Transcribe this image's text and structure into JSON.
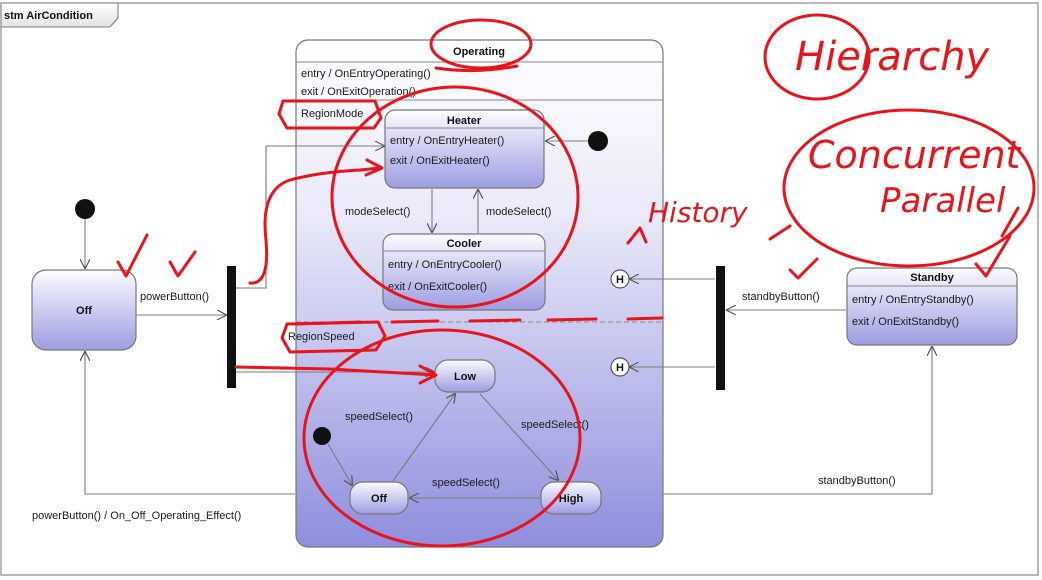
{
  "diagram": {
    "frame_title": "stm AirCondition",
    "operating": {
      "name": "Operating",
      "entry": "entry / OnEntryOperating()",
      "exit": "exit / OnExitOperation()",
      "region_mode": "RegionMode",
      "region_speed": "RegionSpeed"
    },
    "heater": {
      "name": "Heater",
      "entry": "entry / OnEntryHeater()",
      "exit": "exit / OnExitHeater()"
    },
    "cooler": {
      "name": "Cooler",
      "entry": "entry / OnEntryCooler()",
      "exit": "exit / OnExitCooler()"
    },
    "standby": {
      "name": "Standby",
      "entry": "entry / OnEntryStandby()",
      "exit": "exit / OnExitStandby()"
    },
    "off_state": "Off",
    "low_state": "Low",
    "off_speed_state": "Off",
    "high_state": "High",
    "history_symbol": "H",
    "transitions": {
      "power_on": "powerButton()",
      "mode_select_down": "modeSelect()",
      "mode_select_up": "modeSelect()",
      "standby_in": "standbyButton()",
      "standby_out": "standbyButton()",
      "speed_select_left": "speedSelect()",
      "speed_select_right": "speedSelect()",
      "speed_select_bottom": "speedSelect()",
      "power_off": "powerButton()  / On_Off_Operating_Effect()"
    }
  },
  "annotations": {
    "hierarchy": "Hierarchy",
    "concurrent": "Concurrent",
    "parallel": "Parallel",
    "history": "History"
  },
  "colors": {
    "state_top": "#fbfbff",
    "state_bottom": "#9d9de2",
    "frame_stroke": "#7a7a7a",
    "ink": "#e8141c"
  }
}
